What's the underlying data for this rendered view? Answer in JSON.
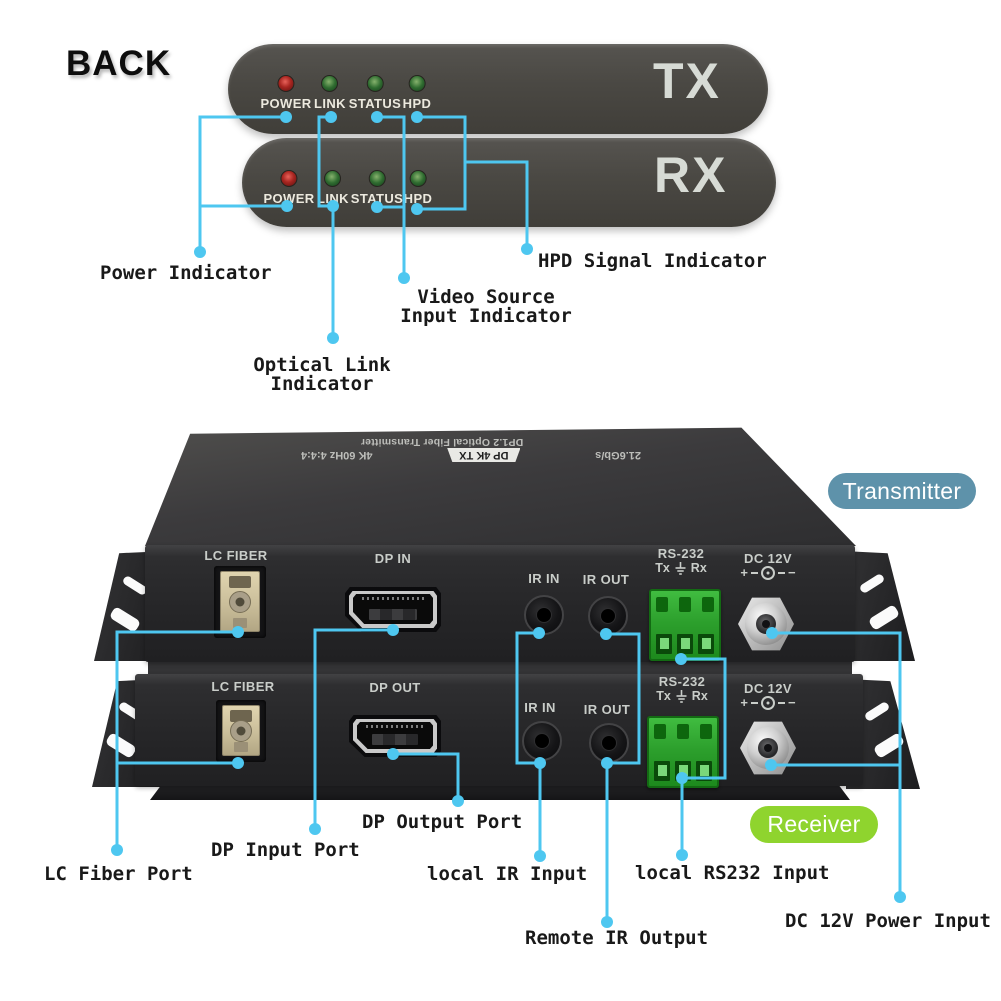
{
  "page_title": "BACK",
  "colors": {
    "callout_line": "#4ec7f0",
    "transmitter_badge": "#5e92aa",
    "receiver_badge": "#8fd42e",
    "power_led": "#a82520",
    "status_led": "#2f6c30"
  },
  "back_panels": {
    "tx": {
      "name": "TX",
      "led_labels": [
        "POWER",
        "LINK",
        "STATUS",
        "HPD"
      ]
    },
    "rx": {
      "name": "RX",
      "led_labels": [
        "POWER",
        "LINK",
        "STATUS",
        "HPD"
      ]
    }
  },
  "indicator_labels": {
    "power": "Power Indicator",
    "optical_line1": "Optical Link",
    "optical_line2": "Indicator",
    "video_line1": "Video Source",
    "video_line2": "Input Indicator",
    "hpd": "HPD Signal Indicator"
  },
  "transmitter": {
    "badge": "Transmitter",
    "top_title": "DP1.2 Optical Fiber Transmitter",
    "top_strip": {
      "speed": "21.6Gb/s",
      "model": "DP 4K TX",
      "resolution": "4K 60Hz 4:4:4"
    },
    "ports": {
      "fiber": "LC FIBER",
      "dp": "DP IN",
      "ir_in": "IR IN",
      "ir_out": "IR OUT",
      "rs232": "RS-232",
      "rs232_tx": "Tx",
      "rs232_rx": "Rx",
      "dc": "DC 12V",
      "dc_plus": "+",
      "dc_minus": "−"
    }
  },
  "receiver": {
    "badge": "Receiver",
    "ports": {
      "fiber": "LC FIBER",
      "dp": "DP OUT",
      "ir_in": "IR IN",
      "ir_out": "IR OUT",
      "rs232": "RS-232",
      "rs232_tx": "Tx",
      "rs232_rx": "Rx",
      "dc": "DC 12V",
      "dc_plus": "+",
      "dc_minus": "−"
    }
  },
  "port_labels": {
    "lc_fiber": "LC Fiber Port",
    "dp_input": "DP Input Port",
    "dp_output": "DP Output Port",
    "local_ir": "local IR Input",
    "remote_ir": "Remote IR Output",
    "local_rs232": "local RS232 Input",
    "dc_power": "DC 12V Power Input"
  }
}
